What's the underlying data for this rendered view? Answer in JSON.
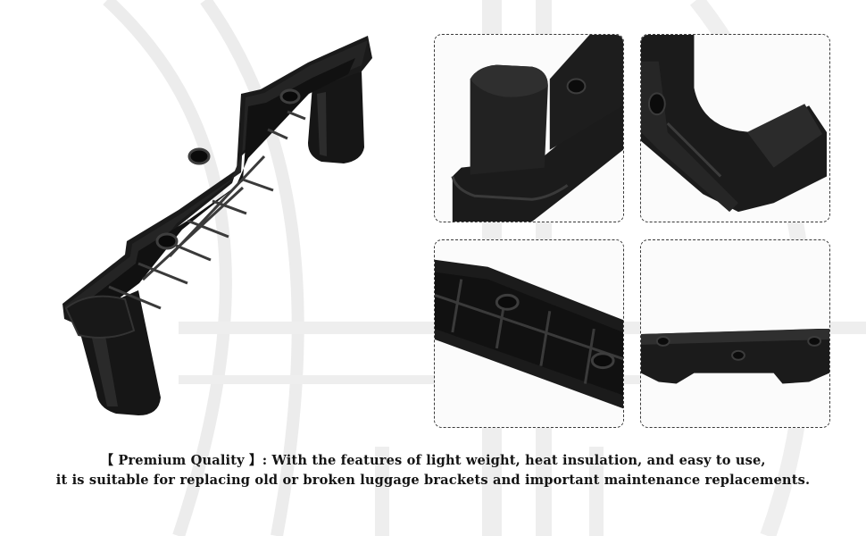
{
  "caption": {
    "tag": "【 Premium Quality 】",
    "line1_rest": ": With the features of light weight, heat insulation, and easy to use,",
    "line2": "it is suitable for replacing old or broken luggage brackets and important maintenance replacements."
  },
  "colors": {
    "product": "#1b1b1b",
    "product_highlight": "#3a3a3a",
    "background": "#ffffff",
    "watermark": "#ececec",
    "text": "#141414"
  },
  "icons": {
    "watermark": "brand-logo-watermark"
  }
}
